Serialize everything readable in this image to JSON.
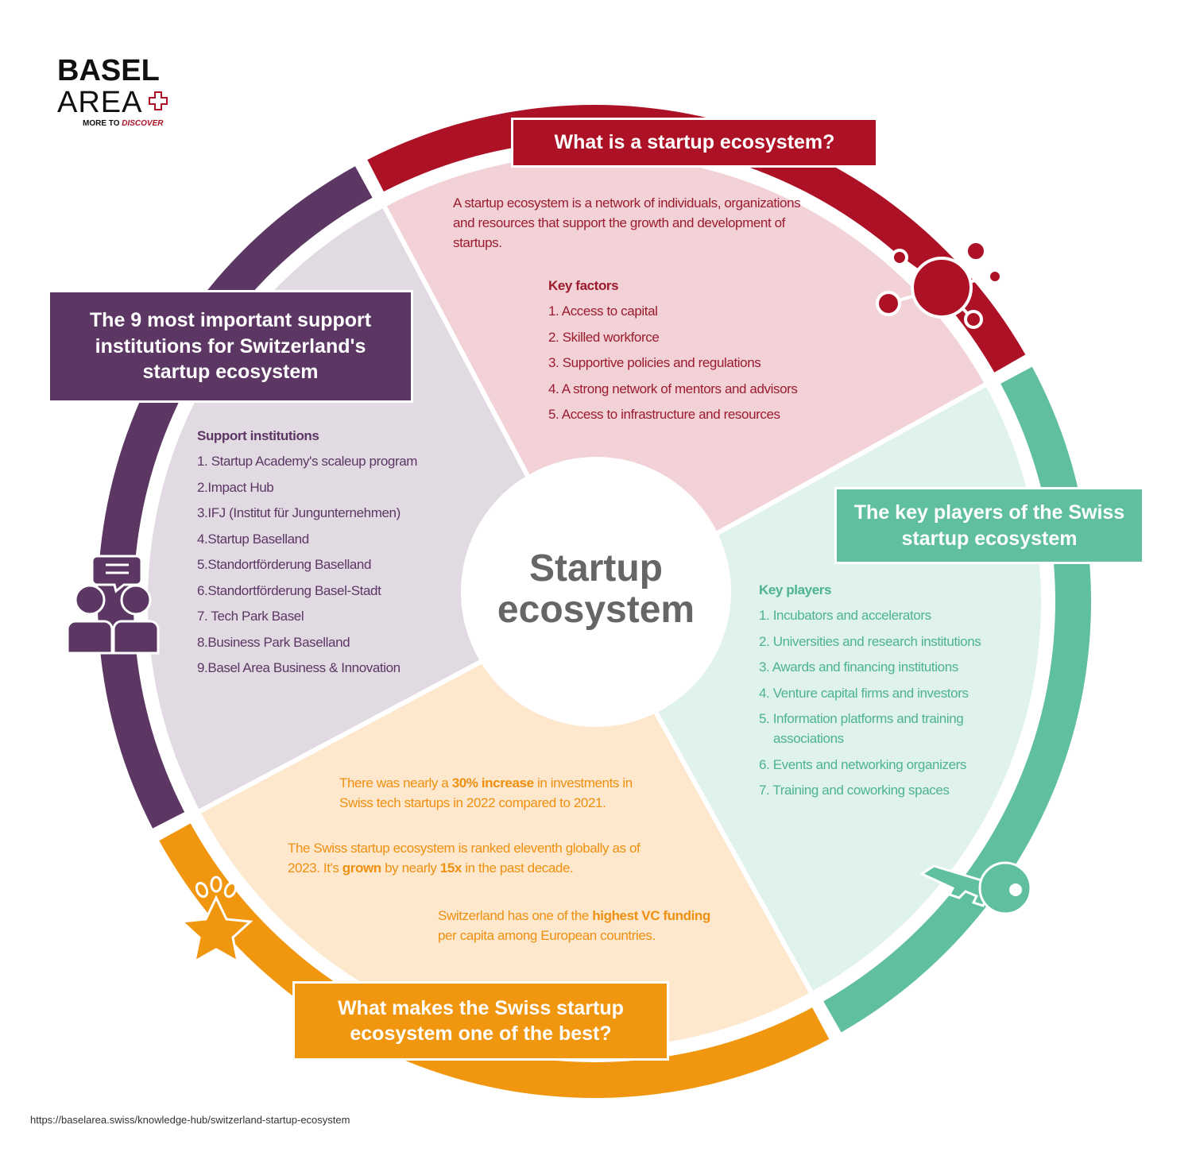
{
  "logo": {
    "line1": "BASEL",
    "line2": "AREA",
    "tagline_a": "MORE TO ",
    "tagline_b": "DISCOVER"
  },
  "center": {
    "line1": "Startup",
    "line2": "ecosystem"
  },
  "colors": {
    "red": "#ad1126",
    "teal": "#5fbf9f",
    "orange": "#f0960f",
    "purple": "#5c3764",
    "red_light": "#f2d1d7",
    "teal_light": "#dff2eb",
    "orange_light": "#fde7cd",
    "purple_light": "#e1dae2"
  },
  "sections": {
    "what": {
      "title": "What is a startup ecosystem?",
      "intro": "A startup ecosystem is a network of individuals, organizations and resources that support the growth and development of startups.",
      "heading": "Key factors",
      "items": [
        "1. Access to capital",
        "2. Skilled workforce",
        "3. Supportive policies and regulations",
        "4. A strong network of mentors and advisors",
        "5. Access to infrastructure and resources"
      ]
    },
    "players": {
      "title": "The key players of the Swiss startup ecosystem",
      "heading": "Key players",
      "items": [
        "1. Incubators and accelerators",
        "2. Universities and research institutions",
        "3. Awards and financing institutions",
        "4. Venture capital firms and investors",
        "5. Information platforms and training associations",
        "6. Events and networking organizers",
        "7. Training and coworking spaces"
      ]
    },
    "best": {
      "title": "What makes the Swiss startup ecosystem one of the best?",
      "p1": [
        "There was nearly a ",
        "30% increase",
        " in investments in Swiss tech startups in 2022 compared to 2021."
      ],
      "p2": [
        "The Swiss startup ecosystem is ranked eleventh globally as of 2023. It's ",
        "grown",
        " by nearly ",
        "15x",
        " in the past decade."
      ],
      "p3": [
        "Switzerland has one of the ",
        "highest VC funding",
        " per capita among European countries."
      ]
    },
    "support": {
      "title": "The 9 most important support institutions for Switzerland's startup ecosystem",
      "heading": "Support institutions",
      "items": [
        "1. Startup Academy's scaleup program",
        "2.Impact Hub",
        "3.IFJ (Institut für Jungunternehmen)",
        "4.Startup Baselland",
        "5.Standortförderung Baselland",
        "6.Standortförderung Basel-Stadt",
        "7. Tech Park Basel",
        "8.Business Park Baselland",
        "9.Basel Area Business & Innovation"
      ]
    }
  },
  "footer": {
    "url": "https://baselarea.swiss/knowledge-hub/switzerland-startup-ecosystem"
  }
}
